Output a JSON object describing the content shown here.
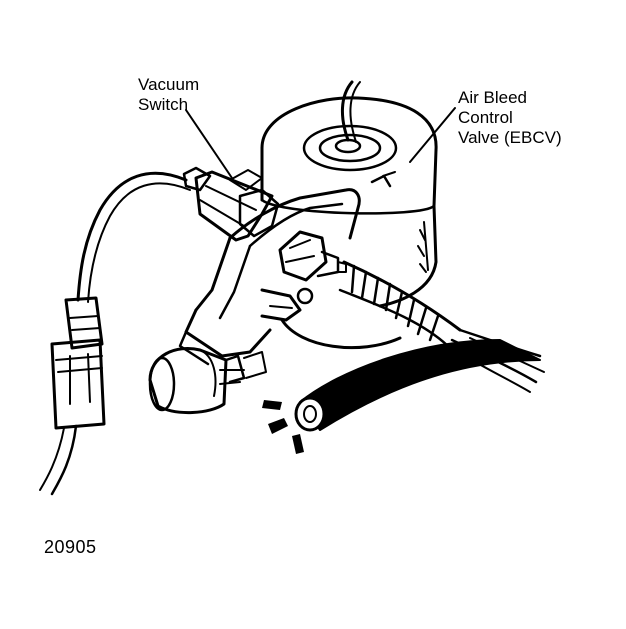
{
  "labels": {
    "vacuum_switch": [
      "Vacuum",
      "Switch"
    ],
    "ebcv": [
      "Air Bleed",
      "Control",
      "Valve (EBCV)"
    ]
  },
  "figure_number": "20905",
  "colors": {
    "ink": "#000000",
    "paper": "#ffffff"
  }
}
